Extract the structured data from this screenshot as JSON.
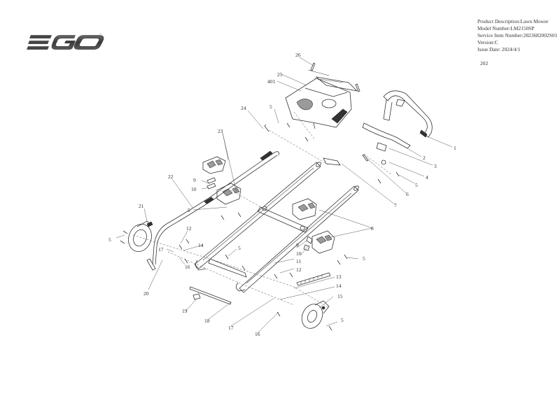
{
  "brand": {
    "name": "EGO",
    "logo_icon": "ego-logo-icon"
  },
  "info": {
    "product_description": "Product Description:Lawn Mower",
    "model_number": "Model Number:LM2150SP",
    "service_item_number": "Service Item Number:2823682002S01",
    "version": "Version:C",
    "issue_date": "Issue Date: 2024/4/1"
  },
  "page_ref": "202",
  "callouts": [
    "1",
    "2",
    "3",
    "4",
    "5",
    "5",
    "5",
    "5",
    "5",
    "5",
    "5",
    "6",
    "7",
    "8",
    "9",
    "9",
    "10",
    "10",
    "11",
    "12",
    "12",
    "13",
    "14",
    "14",
    "15",
    "16",
    "16",
    "17",
    "17",
    "18",
    "19",
    "20",
    "21",
    "22",
    "23",
    "24",
    "25",
    "26",
    "401"
  ]
}
